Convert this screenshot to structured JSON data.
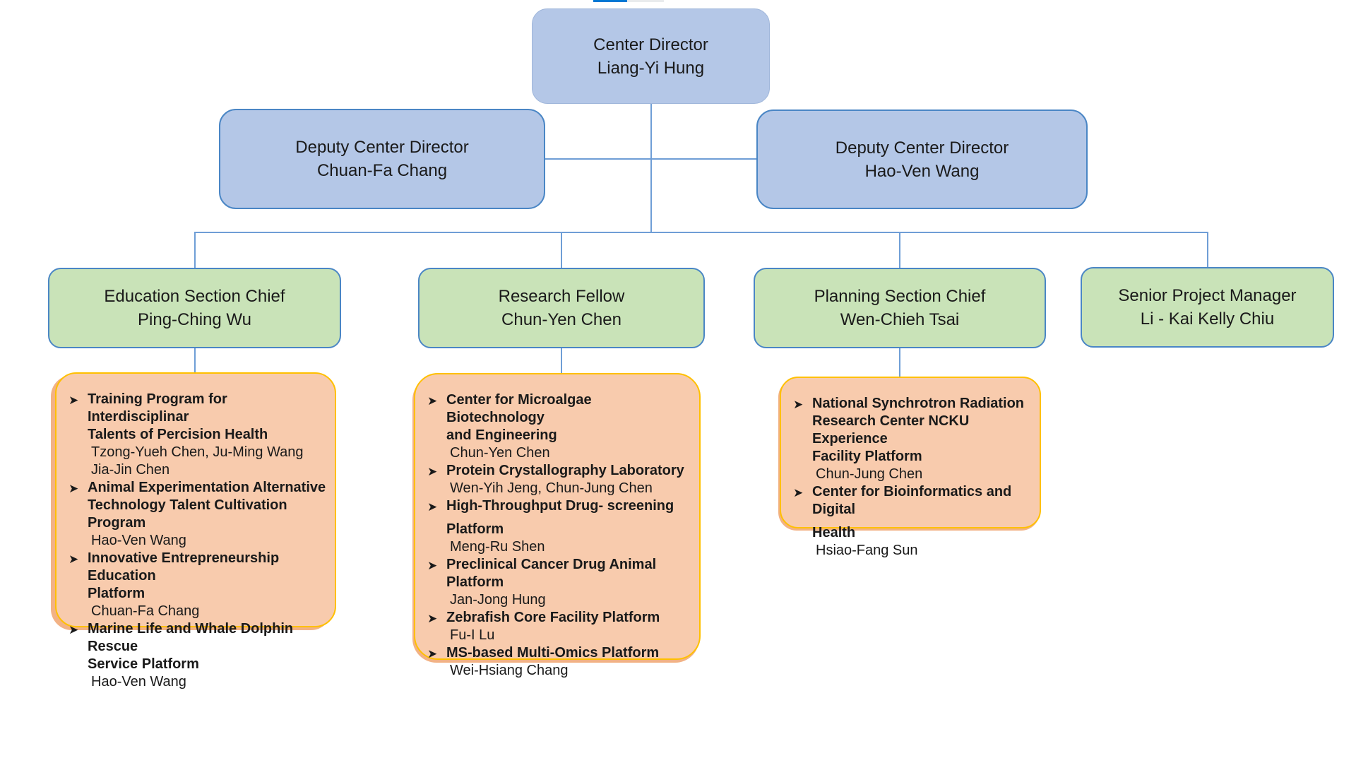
{
  "ui": {
    "bullet": "➤",
    "colors": {
      "top_blue": "#0077d4",
      "top_gray": "#e9ebed",
      "node_blue_fill": "#b4c7e7",
      "node_blue_border": "#4a86c5",
      "node_green_fill": "#c9e3b8",
      "node_green_border": "#4a86c5",
      "panel_fill": "#f8cbad",
      "panel_border": "#ffc000",
      "connector": "#6f9ed6"
    }
  },
  "org": {
    "root": {
      "title": "Center Director",
      "name": "Liang-Yi Hung"
    },
    "deputies": [
      {
        "title": "Deputy Center Director",
        "name": "Chuan-Fa Chang"
      },
      {
        "title": "Deputy Center Director",
        "name": "Hao-Ven Wang"
      }
    ],
    "sections": [
      {
        "title": "Education Section Chief",
        "name": "Ping-Ching Wu",
        "items": [
          {
            "lines": [
              {
                "text": "Training Program for Interdisciplinar",
                "style": "title",
                "bullet": true
              },
              {
                "text": "Talents of Percision Health",
                "style": "title"
              },
              {
                "text": "Tzong-Yueh Chen, Ju-Ming Wang",
                "style": "person"
              },
              {
                "text": "Jia-Jin Chen",
                "style": "person"
              }
            ]
          },
          {
            "lines": [
              {
                "text": "Animal Experimentation Alternative",
                "style": "title",
                "bullet": true
              },
              {
                "text": "Technology Talent Cultivation Program",
                "style": "title"
              },
              {
                "text": "Hao-Ven Wang",
                "style": "person"
              }
            ]
          },
          {
            "lines": [
              {
                "text": "Innovative Entrepreneurship Education",
                "style": "title",
                "bullet": true
              },
              {
                "text": "Platform",
                "style": "title"
              },
              {
                "text": "Chuan-Fa Chang",
                "style": "person"
              }
            ]
          },
          {
            "lines": [
              {
                "text": "Marine Life and Whale Dolphin Rescue",
                "style": "title",
                "bullet": true
              },
              {
                "text": "Service Platform",
                "style": "title"
              },
              {
                "text": "Hao-Ven Wang",
                "style": "person"
              }
            ]
          }
        ]
      },
      {
        "title": "Research Fellow",
        "name": "Chun-Yen Chen",
        "items": [
          {
            "lines": [
              {
                "text": "Center for Microalgae Biotechnology",
                "style": "title",
                "bullet": true
              },
              {
                "text": "and Engineering",
                "style": "title"
              },
              {
                "text": "Chun-Yen Chen",
                "style": "person"
              }
            ]
          },
          {
            "lines": [
              {
                "text": "Protein Crystallography Laboratory",
                "style": "title",
                "bullet": true
              },
              {
                "text": "Wen-Yih Jeng, Chun-Jung Chen",
                "style": "person"
              }
            ]
          },
          {
            "lines": [
              {
                "text": "High-Throughput Drug- screening",
                "style": "title",
                "bullet": true
              },
              {
                "text": "Platform",
                "style": "title",
                "gap": true
              },
              {
                "text": "Meng-Ru Shen",
                "style": "person"
              }
            ]
          },
          {
            "lines": [
              {
                "text": "Preclinical Cancer Drug Animal Platform",
                "style": "title",
                "bullet": true
              },
              {
                "text": "Jan-Jong Hung",
                "style": "person"
              }
            ]
          },
          {
            "lines": [
              {
                "text": "Zebrafish Core Facility Platform",
                "style": "title",
                "bullet": true
              },
              {
                "text": "Fu-I Lu",
                "style": "person"
              }
            ]
          },
          {
            "lines": [
              {
                "text": "MS-based Multi-Omics Platform",
                "style": "title",
                "bullet": true
              },
              {
                "text": "Wei-Hsiang Chang",
                "style": "person"
              }
            ]
          }
        ]
      },
      {
        "title": "Planning Section Chief",
        "name": "Wen-Chieh Tsai",
        "items": [
          {
            "lines": [
              {
                "text": "National Synchrotron Radiation",
                "style": "title",
                "bullet": true
              },
              {
                "text": "Research Center NCKU Experience",
                "style": "title"
              },
              {
                "text": "Facility Platform",
                "style": "title"
              },
              {
                "text": "Chun-Jung Chen",
                "style": "person"
              }
            ]
          },
          {
            "lines": [
              {
                "text": "Center for Bioinformatics and Digital",
                "style": "title",
                "bullet": true
              },
              {
                "text": "Health",
                "style": "title",
                "gap": true
              },
              {
                "text": "Hsiao-Fang Sun",
                "style": "person"
              }
            ]
          }
        ]
      },
      {
        "title": "Senior Project Manager",
        "name": "Li - Kai Kelly Chiu",
        "items": []
      }
    ]
  }
}
